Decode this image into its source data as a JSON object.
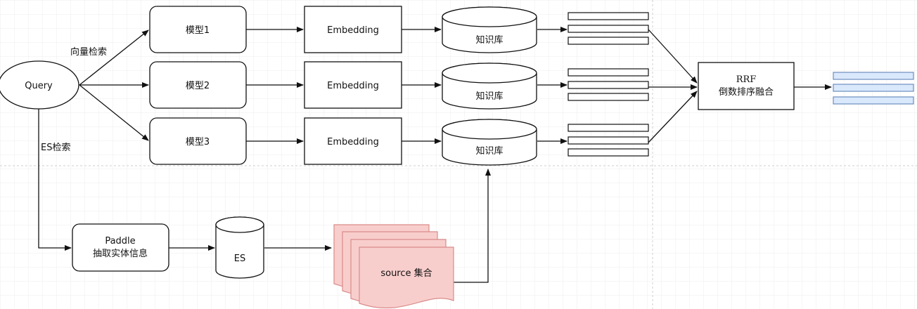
{
  "nodes": {
    "query": "Query",
    "models": [
      "模型1",
      "模型2",
      "模型3"
    ],
    "embeddings": [
      "Embedding",
      "Embedding",
      "Embedding"
    ],
    "knowledge_bases": [
      "知识库",
      "知识库",
      "知识库"
    ],
    "rrf_line1": "RRF",
    "rrf_line2": "倒数排序融合",
    "paddle_line1": "Paddle",
    "paddle_line2": "抽取实体信息",
    "es": "ES",
    "source": "source 集合"
  },
  "edge_labels": {
    "vector_search": "向量检索",
    "es_search": "ES检索"
  },
  "colors": {
    "result_fill": "#dae8fc",
    "result_stroke": "#6c8ebf",
    "source_fill": "#f8cecc",
    "source_stroke": "#d98b8b",
    "grid": "#e6e6e6"
  }
}
